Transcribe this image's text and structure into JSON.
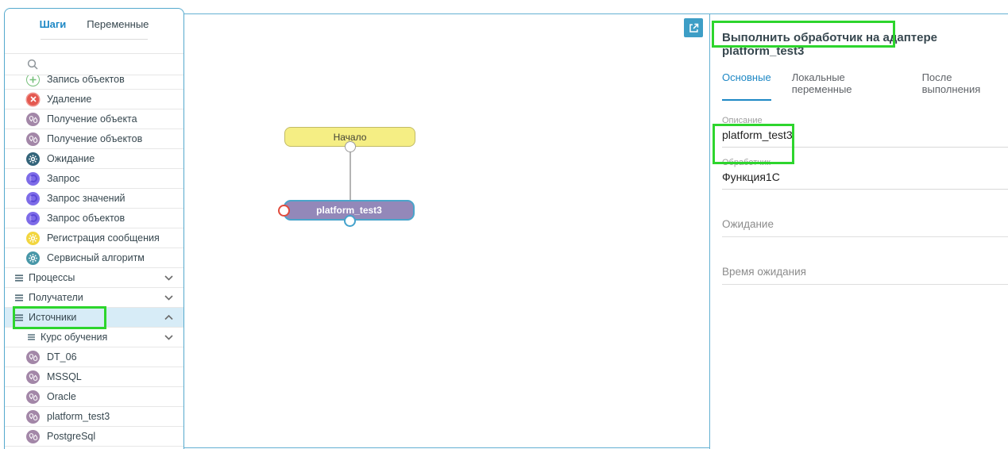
{
  "colors": {
    "accent_blue": "#1e88c5",
    "panel_border_blue": "#55a9cd",
    "annotation_green": "#2dd52d",
    "highlight_row": "#d7ecf7",
    "node_start_fill": "#f5ee84",
    "node_step_fill": "#9388b9",
    "node_selected_border": "#4aa4ca",
    "port_in_border": "#e14b3c",
    "port_out_border": "#44a2cc"
  },
  "sidebar": {
    "tabs": [
      {
        "label": "Шаги",
        "active": true
      },
      {
        "label": "Переменные",
        "active": false
      }
    ],
    "search": {
      "icon": "search-icon",
      "value": ""
    },
    "items": [
      {
        "label": "Запись объектов",
        "icon": "plus-circle-icon"
      },
      {
        "label": "Удаление",
        "icon": "delete-circle-icon"
      },
      {
        "label": "Получение объекта",
        "icon": "pins-circle-icon"
      },
      {
        "label": "Получение объектов",
        "icon": "pins-circle-icon"
      },
      {
        "label": "Ожидание",
        "icon": "gear-dark-icon"
      },
      {
        "label": "Запрос",
        "icon": "query-circle-icon"
      },
      {
        "label": "Запрос значений",
        "icon": "query-circle-icon"
      },
      {
        "label": "Запрос объектов",
        "icon": "query-circle-icon"
      },
      {
        "label": "Регистрация сообщения",
        "icon": "gear-yellow-icon"
      },
      {
        "label": "Сервисный алгоритм",
        "icon": "gear-teal-icon"
      },
      {
        "label": "Процессы",
        "type": "group",
        "chevron": "down"
      },
      {
        "label": "Получатели",
        "type": "group",
        "chevron": "down"
      },
      {
        "label": "Источники",
        "type": "group",
        "chevron": "up",
        "highlighted": true,
        "annotated": true
      },
      {
        "label": "Курс обучения",
        "type": "subgroup",
        "chevron": "down"
      },
      {
        "label": "DT_06",
        "icon": "pins-circle-icon"
      },
      {
        "label": "MSSQL",
        "icon": "pins-circle-icon"
      },
      {
        "label": "Oracle",
        "icon": "pins-circle-icon"
      },
      {
        "label": "platform_test3",
        "icon": "pins-circle-icon"
      },
      {
        "label": "PostgreSql",
        "icon": "pins-circle-icon"
      }
    ]
  },
  "canvas": {
    "expand_button_icon": "open-in-new-icon",
    "nodes": [
      {
        "label": "Начало",
        "type": "start"
      },
      {
        "label": "platform_test3",
        "type": "step",
        "selected": true
      }
    ]
  },
  "panel": {
    "title": "Выполнить обработчик на адаптере platform_test3",
    "tabs": [
      {
        "label": "Основные",
        "active": true
      },
      {
        "label": "Локальные переменные",
        "active": false
      },
      {
        "label": "После выполнения",
        "active": false
      }
    ],
    "fields": [
      {
        "label": "Описание",
        "value": "platform_test3"
      },
      {
        "label": "Обработчик",
        "value": "Функция1С",
        "annotated": true
      },
      {
        "label": "Ожидание",
        "value": ""
      },
      {
        "label": "Время ожидания",
        "value": ""
      }
    ]
  }
}
